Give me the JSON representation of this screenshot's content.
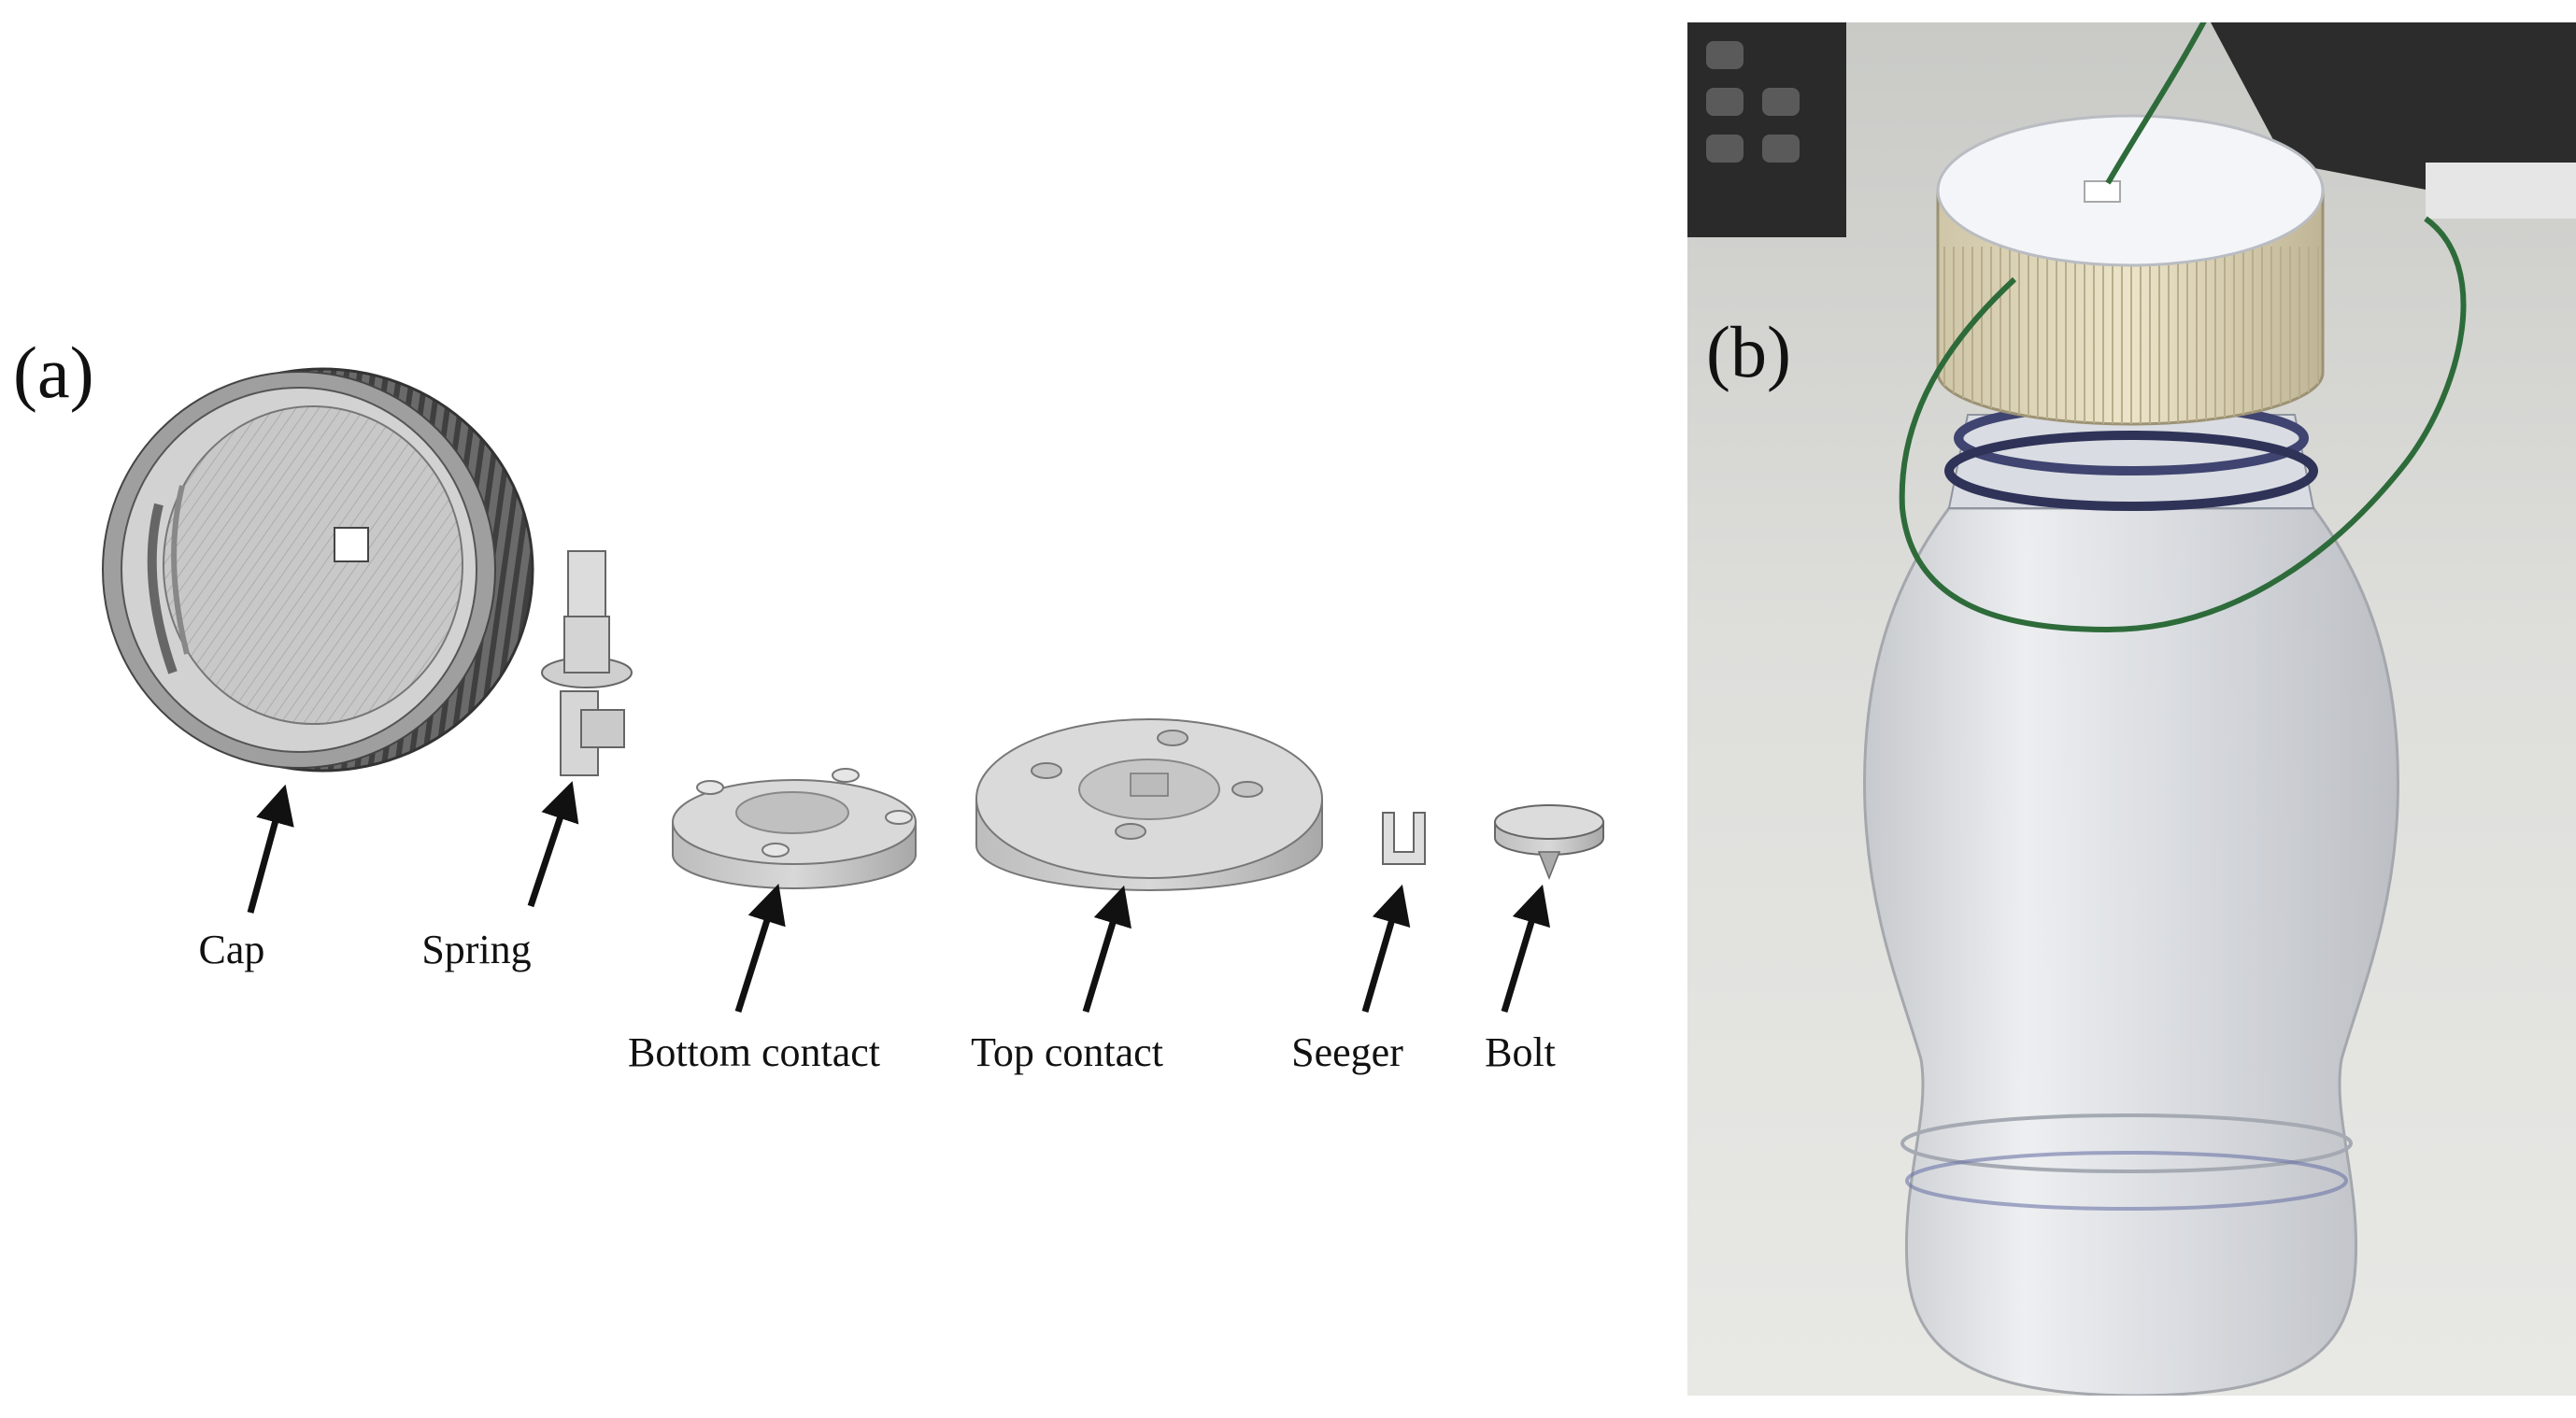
{
  "panel_a": {
    "label": "(a)",
    "parts": [
      {
        "id": "cap",
        "label": "Cap"
      },
      {
        "id": "spring",
        "label": "Spring"
      },
      {
        "id": "bottom-contact",
        "label": "Bottom contact"
      },
      {
        "id": "top-contact",
        "label": "Top contact"
      },
      {
        "id": "seeger",
        "label": "Seeger"
      },
      {
        "id": "bolt",
        "label": "Bolt"
      }
    ]
  },
  "panel_b": {
    "label": "(b)"
  }
}
